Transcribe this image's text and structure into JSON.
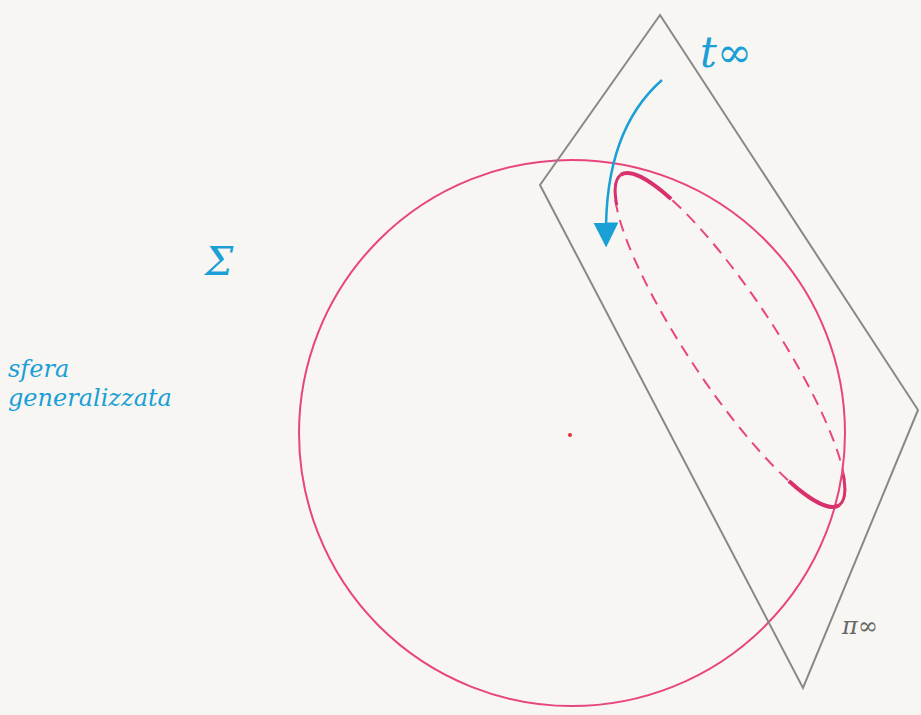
{
  "diagram": {
    "labels": [
      "t∞",
      "Σ",
      "sfera generalizzata",
      "π∞"
    ]
  }
}
